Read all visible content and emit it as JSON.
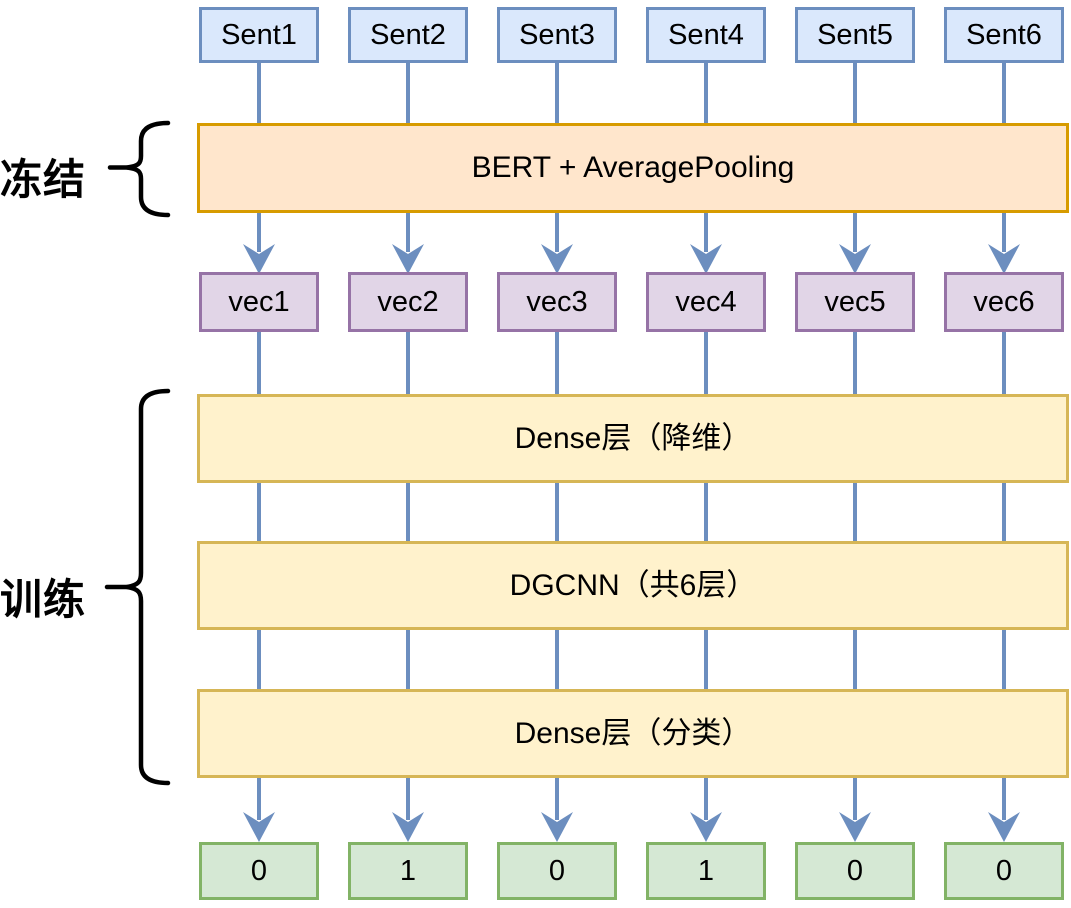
{
  "diagram": {
    "stage_labels": {
      "frozen": "冻结",
      "trainable": "训练"
    },
    "inputs": [
      "Sent1",
      "Sent2",
      "Sent3",
      "Sent4",
      "Sent5",
      "Sent6"
    ],
    "encoder": "BERT + AveragePooling",
    "vectors": [
      "vec1",
      "vec2",
      "vec3",
      "vec4",
      "vec5",
      "vec6"
    ],
    "layers": [
      "Dense层（降维）",
      "DGCNN（共6层）",
      "Dense层（分类）"
    ],
    "outputs": [
      "0",
      "1",
      "0",
      "1",
      "0",
      "0"
    ],
    "colors": {
      "input_fill": "#dae8fc",
      "input_border": "#6c8ebf",
      "encoder_fill": "#ffe6cc",
      "encoder_border": "#d79b00",
      "vector_fill": "#e1d5e7",
      "vector_border": "#9673a6",
      "layer_fill": "#fff2cc",
      "layer_border": "#d6b656",
      "output_fill": "#d5e8d4",
      "output_border": "#82b366",
      "connector": "#6c8ebf",
      "brace": "#000000"
    }
  }
}
